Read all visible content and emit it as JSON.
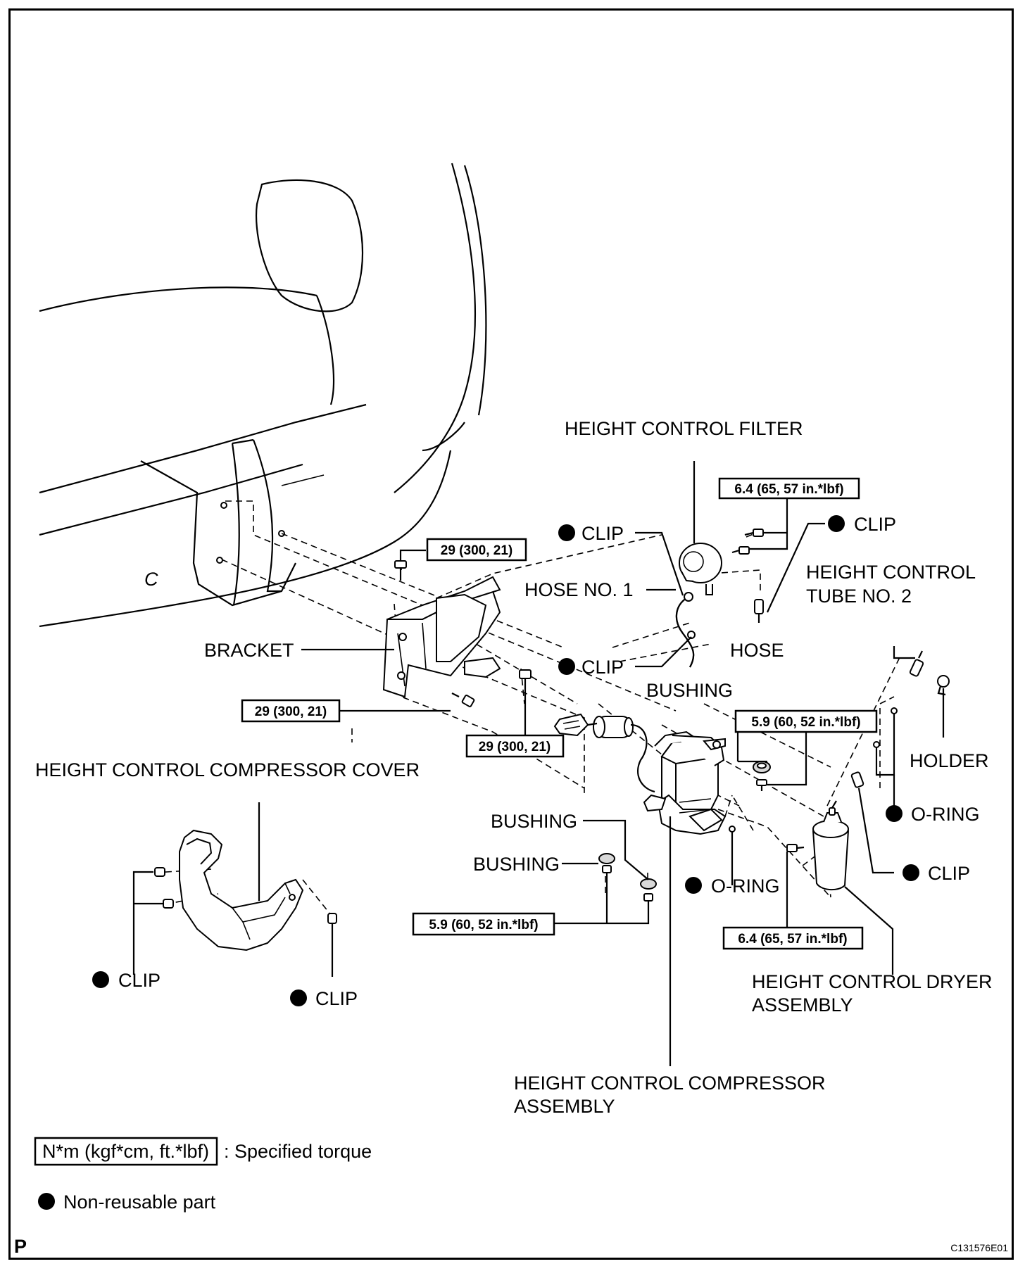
{
  "labels": {
    "height_control_filter": "HEIGHT CONTROL FILTER",
    "clip_filter_left": "CLIP",
    "clip_right_top": "CLIP",
    "hose_no1": "HOSE NO. 1",
    "height_control_tube_line1": "HEIGHT CONTROL",
    "height_control_tube_line2": "TUBE NO. 2",
    "hose": "HOSE",
    "bracket": "BRACKET",
    "clip_middle": "CLIP",
    "bushing_top": "BUSHING",
    "holder": "HOLDER",
    "compressor_cover": "HEIGHT CONTROL COMPRESSOR COVER",
    "o_ring_right": "O-RING",
    "bushing_1": "BUSHING",
    "bushing_2": "BUSHING",
    "clip_dryer": "CLIP",
    "o_ring_center": "O-RING",
    "clip_cover_left": "CLIP",
    "clip_cover_right": "CLIP",
    "dryer_line1": "HEIGHT CONTROL DRYER",
    "dryer_line2": "ASSEMBLY",
    "compressor_line1": "HEIGHT CONTROL COMPRESSOR",
    "compressor_line2": "ASSEMBLY"
  },
  "torques": {
    "filter": "6.4 (65, 57 in.*lbf)",
    "bracket_top": "29 (300, 21)",
    "bracket_left": "29 (300, 21)",
    "bracket_bottom": "29 (300, 21)",
    "compressor_right": "5.9 (60, 52 in.*lbf)",
    "compressor_bottom": "5.9 (60, 52 in.*lbf)",
    "dryer": "6.4 (65, 57 in.*lbf)"
  },
  "legend": {
    "torque_box": "N*m (kgf*cm, ft.*lbf)",
    "torque_text": ": Specified torque",
    "nonreusable_text": "Non-reusable part"
  },
  "footer": {
    "left_mark": "P",
    "figure_code": "C131576E01"
  },
  "body_mark": "C"
}
